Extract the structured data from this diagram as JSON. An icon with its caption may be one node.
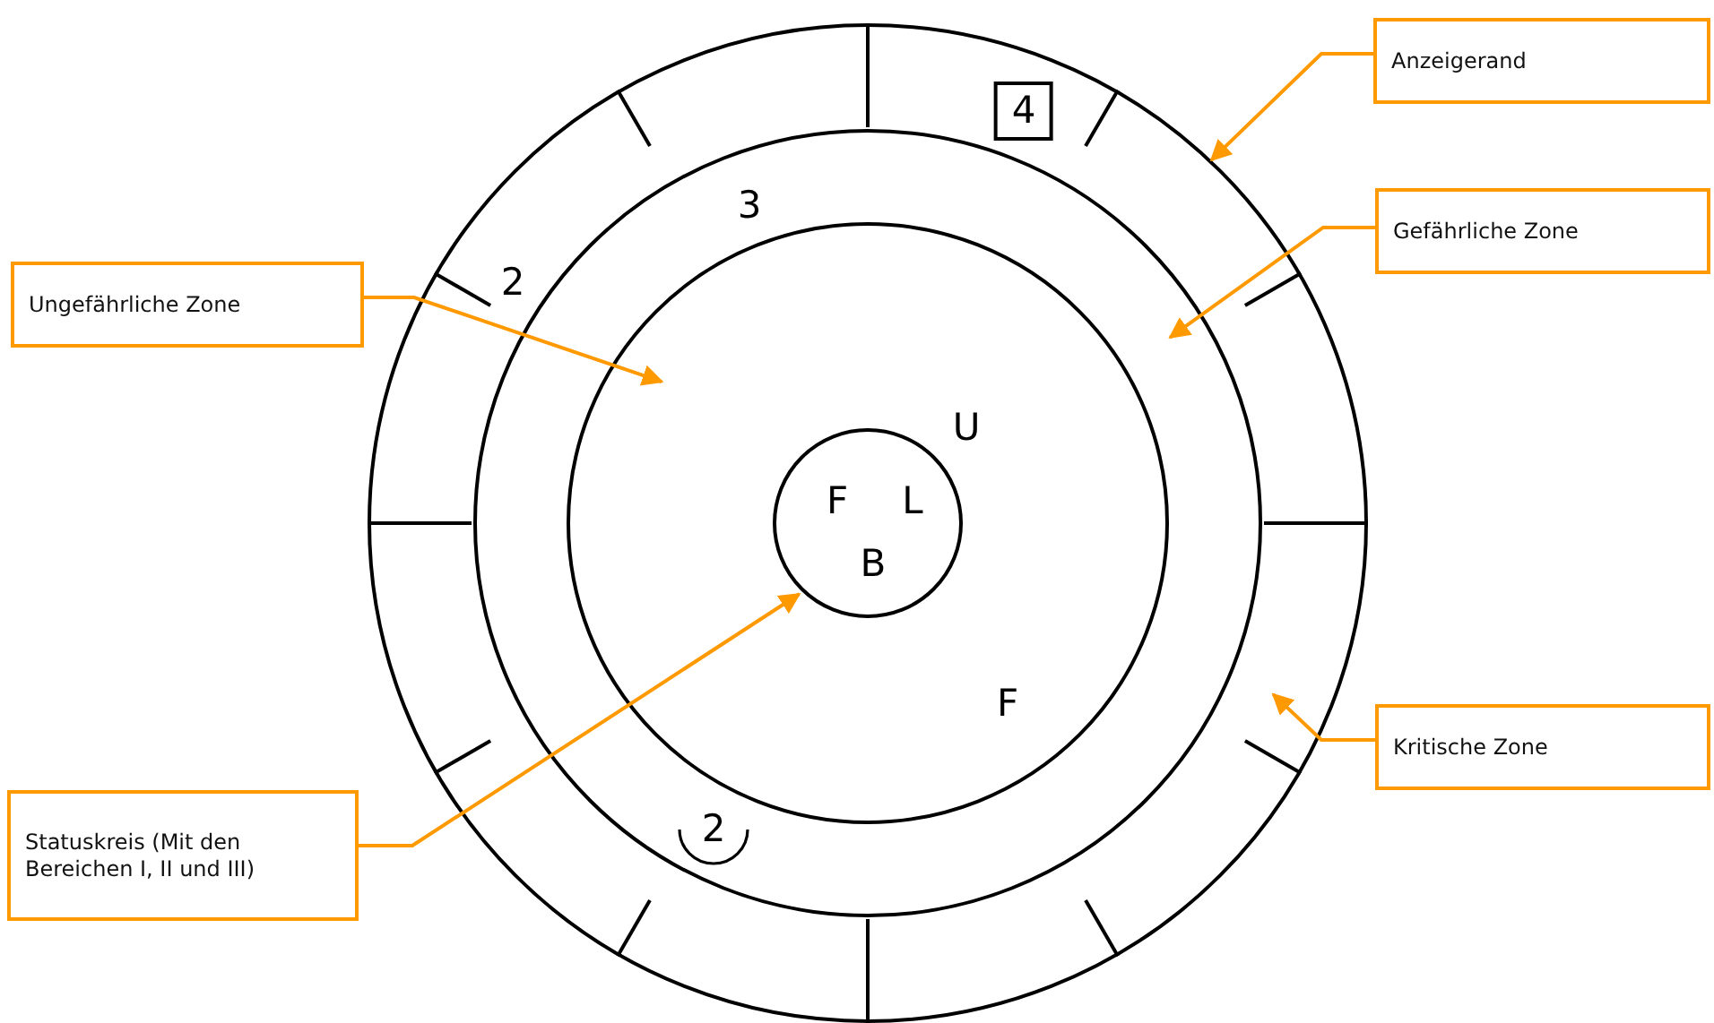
{
  "diagram": {
    "nodes": [
      {
        "text": [
          "Anzeigerand"
        ]
      },
      {
        "text": [
          "Gefährliche Zone"
        ]
      },
      {
        "text": [
          "Ungefährliche Zone"
        ]
      },
      {
        "text": [
          "Statuskreis (Mit den Bereichen I, II und III)"
        ]
      },
      {
        "text": [
          "Kritische Zone"
        ]
      },
      {
        "text": [],
        "shape": "circle"
      },
      {
        "text": [],
        "shape": "circle",
        "in": 5
      },
      {
        "text": [],
        "shape": "circle",
        "in": 6
      },
      {
        "text": [
          "F",
          "L",
          "B"
        ],
        "in": 7
      }
    ],
    "edges": [
      {
        "from": 0,
        "to": 5,
        "arrow": "to"
      },
      {
        "from": 1,
        "to": 6,
        "arrow": "to"
      },
      {
        "from": 2,
        "to": 7,
        "arrow": "to"
      },
      {
        "from": 3,
        "to": 8,
        "arrow": "to"
      },
      {
        "from": 4,
        "to": 5,
        "arrow": "to"
      }
    ],
    "labels": [
      "4",
      "3",
      "2",
      "U",
      "F",
      "2"
    ]
  }
}
